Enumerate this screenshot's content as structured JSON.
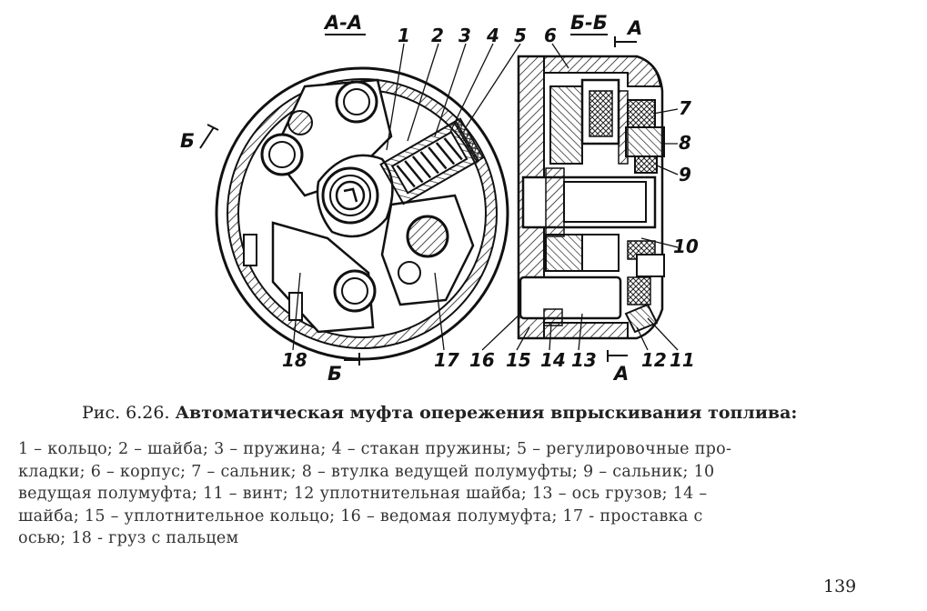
{
  "figure": {
    "section_left": "А-А",
    "section_right": "Б-Б",
    "cut_marks": {
      "a": "А",
      "b": "Б"
    },
    "part_numbers": [
      "1",
      "2",
      "3",
      "4",
      "5",
      "6",
      "7",
      "8",
      "9",
      "10",
      "11",
      "12",
      "13",
      "14",
      "15",
      "16",
      "17",
      "18"
    ]
  },
  "caption": {
    "prefix": "Рис. 6.26. ",
    "title": "Автоматическая муфта опережения впрыскивания топлива:"
  },
  "legend_lines": [
    "1 – кольцо; 2 – шайба; 3 – пружина; 4 – стакан пружины; 5 – регулировочные про-",
    "кладки; 6 – корпус; 7 – сальник; 8 – втулка ведущей полумуфты; 9 – сальник; 10",
    "ведущая полумуфта; 11 – винт; 12 уплотнительная шайба; 13 – ось грузов; 14 –",
    "шайба; 15 – уплотнительное кольцо; 16 – ведомая полумуфта; 17 - проставка с",
    "осью; 18 - груз с пальцем"
  ],
  "page_number": "139"
}
